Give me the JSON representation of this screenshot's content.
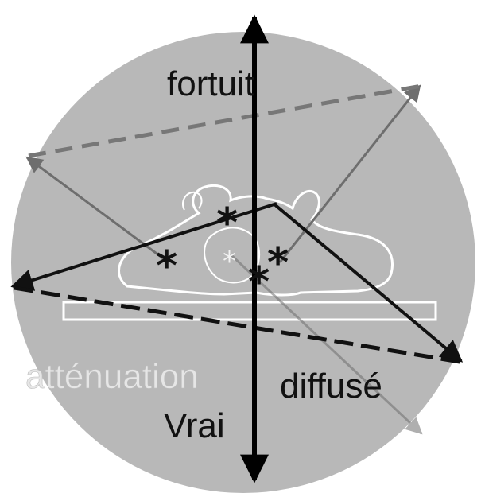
{
  "labels": {
    "fortuit": "fortuit",
    "diffuse": "diffusé",
    "vrai": "Vrai",
    "faint": "atténuation"
  },
  "markers": {
    "star": "*"
  },
  "colors": {
    "circle_fill": "#b8b8b8",
    "axis": "#000000",
    "arrow_dark": "#111111",
    "arrow_gray": "#6e6e6e",
    "dashed_gray": "#777777",
    "outline": "#ffffff"
  }
}
